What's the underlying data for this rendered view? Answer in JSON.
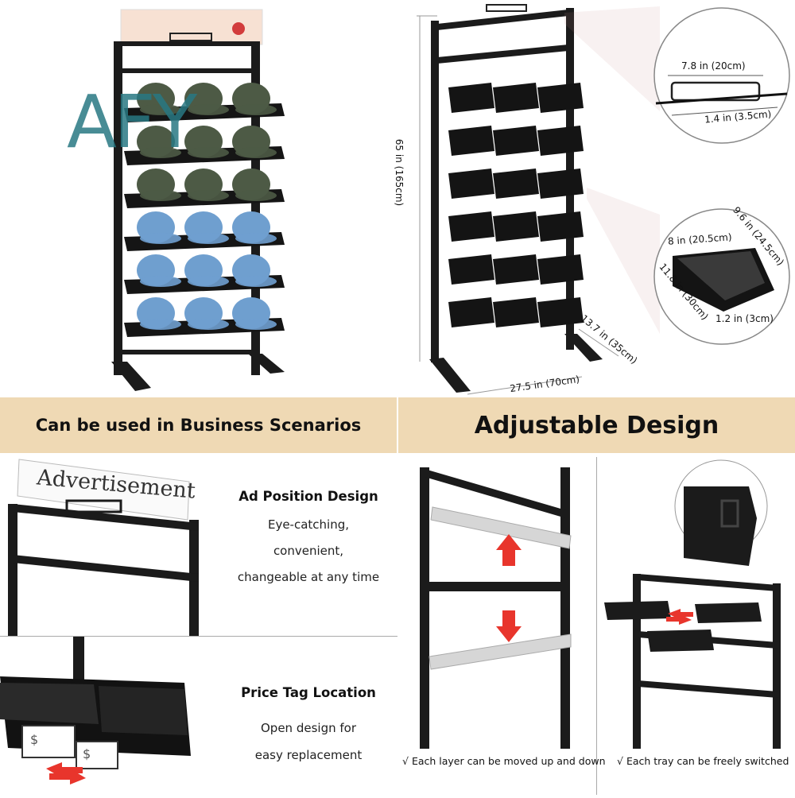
{
  "watermark": "AFY",
  "dimensions": {
    "height": "65 in (165cm)",
    "width": "27.5 in (70cm)",
    "depth": "13.7 in (35cm)",
    "handle_width": "7.8 in (20cm)",
    "handle_height": "1.4 in (3.5cm)",
    "tray_width": "8 in (20.5cm)",
    "tray_back": "9.6 in (24.5cm)",
    "tray_depth": "11.8 in (30cm)",
    "tray_height": "1.2 in (3cm)"
  },
  "banners": {
    "business": "Can be used in Business Scenarios",
    "adjustable": "Adjustable Design"
  },
  "features": {
    "ad": {
      "sign_text": "Advertisement",
      "title": "Ad Position Design",
      "lines": [
        "Eye-catching,",
        "convenient,",
        "changeable at any time"
      ]
    },
    "price": {
      "tag_symbol": "$",
      "title": "Price Tag Location",
      "lines": [
        "Open design for",
        "easy replacement"
      ]
    }
  },
  "captions": {
    "layers": "√ Each layer can be moved up and down",
    "trays": "√ Each tray can be freely switched"
  },
  "colors": {
    "banner_bg": "#efd9b4",
    "frame": "#1a1a1a",
    "arrow_red": "#e8352c",
    "cap_green": "#4d5a45",
    "cap_blue": "#6f9fcf",
    "watermark": "#287882"
  }
}
